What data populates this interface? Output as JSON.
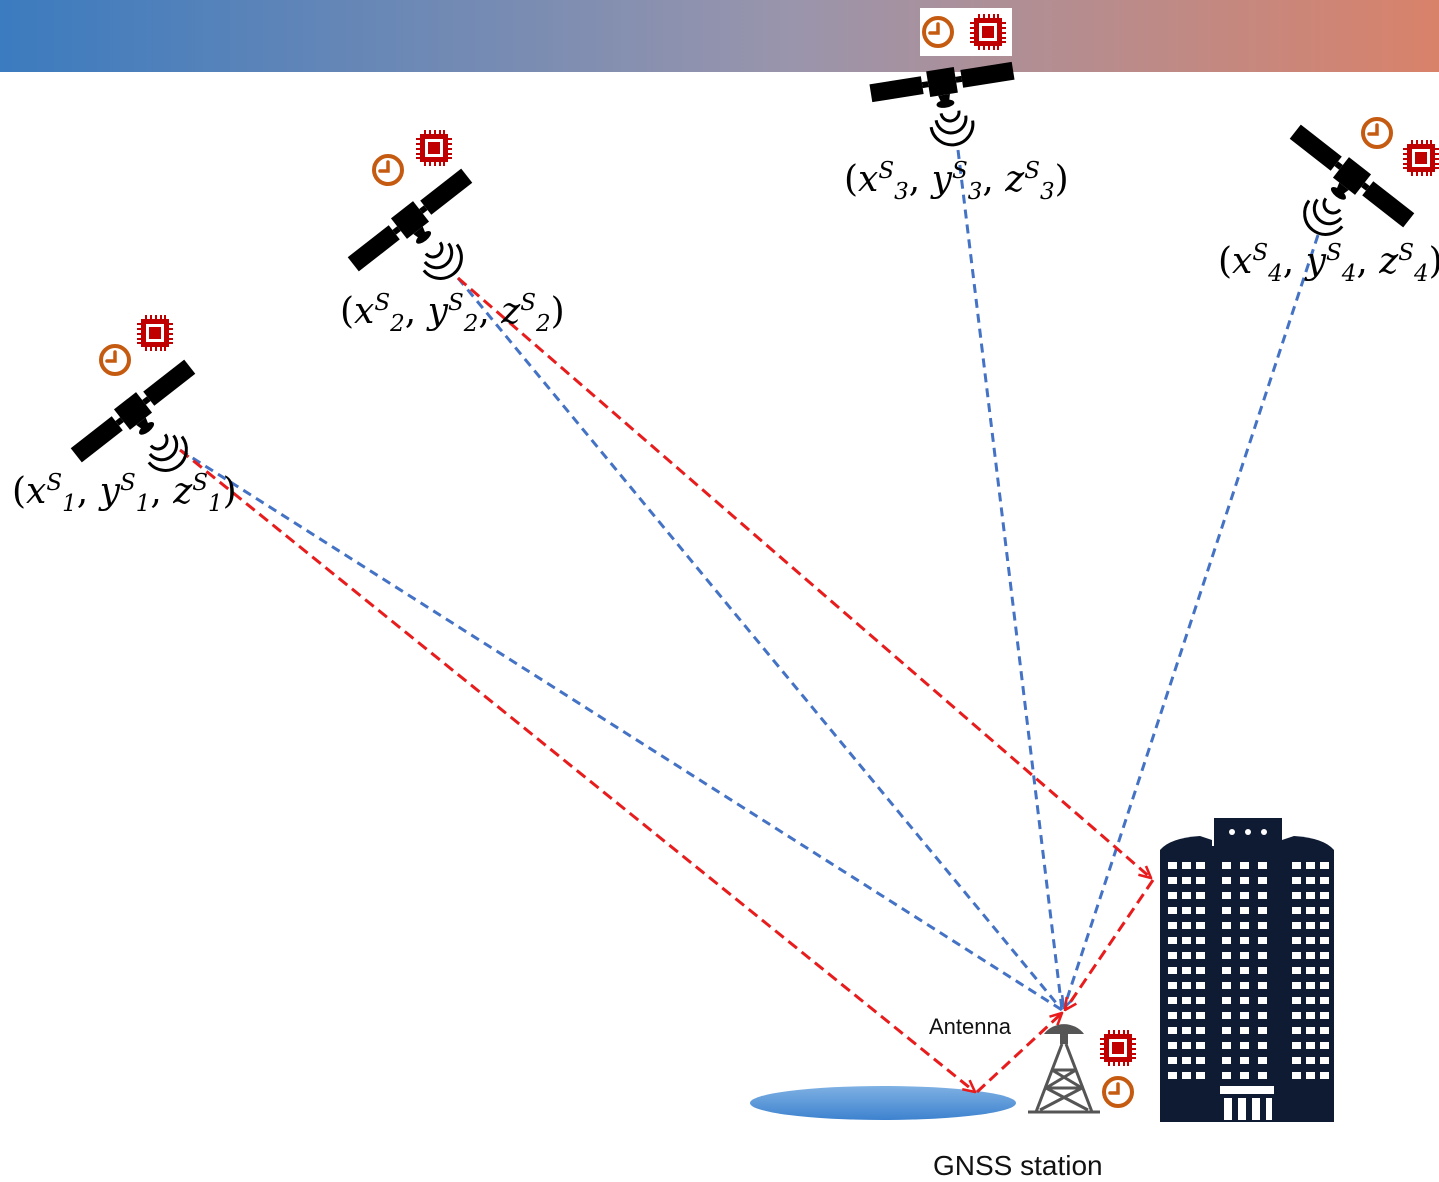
{
  "header": {
    "gradient_start": "#3b7bbf",
    "gradient_end": "#d9826a"
  },
  "colors": {
    "direct_ray": "#4472c4",
    "reflected_ray": "#e81c1c",
    "chip": "#c00000",
    "clock": "#c55a11",
    "water": "#5b9bd5",
    "building": "#0e1b33"
  },
  "satellites": [
    {
      "id": "sat-1",
      "coord": {
        "open": "(",
        "x": "x",
        "y": "y",
        "z": "z",
        "sup": "S",
        "sub": "1",
        "close": ")"
      }
    },
    {
      "id": "sat-2",
      "coord": {
        "open": "(",
        "x": "x",
        "y": "y",
        "z": "z",
        "sup": "S",
        "sub": "2",
        "close": ")"
      }
    },
    {
      "id": "sat-3",
      "coord": {
        "open": "(",
        "x": "x",
        "y": "y",
        "z": "z",
        "sup": "S",
        "sub": "3",
        "close": ")"
      }
    },
    {
      "id": "sat-4",
      "coord": {
        "open": "(",
        "x": "x",
        "y": "y",
        "z": "z",
        "sup": "S",
        "sub": "4",
        "close": ")"
      }
    }
  ],
  "labels": {
    "antenna": "Antenna",
    "station": "GNSS station"
  },
  "icons": [
    "satellite-icon",
    "clock-icon",
    "chip-icon",
    "signal-waves-icon",
    "antenna-tower-icon",
    "building-icon",
    "water-surface-icon"
  ]
}
